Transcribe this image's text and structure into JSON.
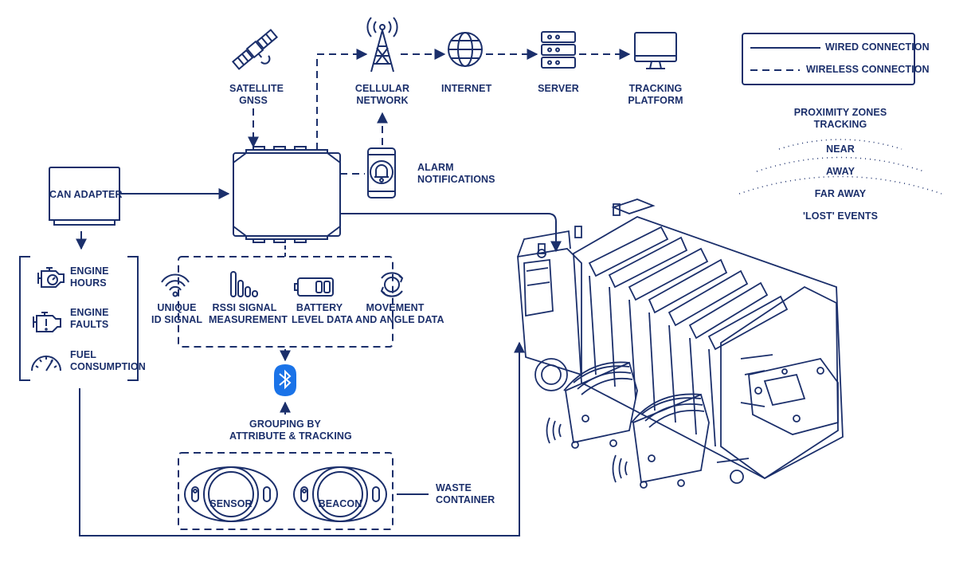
{
  "colors": {
    "ink": "#1b2f6b",
    "bluetooth": "#1a73e8",
    "background": "#ffffff"
  },
  "legend": {
    "wired": "WIRED CONNECTION",
    "wireless": "WIRELESS CONNECTION"
  },
  "network": {
    "satellite": [
      "SATELLITE",
      "GNSS"
    ],
    "cellular": [
      "CELLULAR",
      "NETWORK"
    ],
    "internet": "INTERNET",
    "server": "SERVER",
    "platform": [
      "TRACKING",
      "PLATFORM"
    ]
  },
  "alarm": [
    "ALARM",
    "NOTIFICATIONS"
  ],
  "can_adapter": "CAN ADAPTER",
  "vehicle_data": {
    "hours": [
      "ENGINE",
      "HOURS"
    ],
    "faults": [
      "ENGINE",
      "FAULTS"
    ],
    "fuel": [
      "FUEL",
      "CONSUMPTION"
    ]
  },
  "beacon_data": {
    "id": [
      "UNIQUE",
      "ID SIGNAL"
    ],
    "rssi": [
      "RSSI SIGNAL",
      "MEASUREMENT"
    ],
    "battery": [
      "BATTERY",
      "LEVEL DATA"
    ],
    "movement": [
      "MOVEMENT",
      "AND ANGLE DATA"
    ]
  },
  "grouping": [
    "GROUPING BY",
    "ATTRIBUTE & TRACKING"
  ],
  "devices": {
    "sensor": "SENSOR",
    "beacon": "BEACON"
  },
  "waste": [
    "WASTE",
    "CONTAINER"
  ],
  "proximity": {
    "title": [
      "PROXIMITY ZONES",
      "TRACKING"
    ],
    "zones": [
      "NEAR",
      "AWAY",
      "FAR AWAY",
      "'LOST' EVENTS"
    ]
  },
  "icons": [
    "satellite-icon",
    "cell-tower-icon",
    "globe-icon",
    "server-icon",
    "monitor-icon",
    "phone-bell-icon",
    "engine-icon",
    "engine-fault-icon",
    "gauge-icon",
    "wifi-icon",
    "signal-bars-icon",
    "battery-icon",
    "rotation-icon",
    "bluetooth-icon",
    "garbage-truck-icon"
  ]
}
